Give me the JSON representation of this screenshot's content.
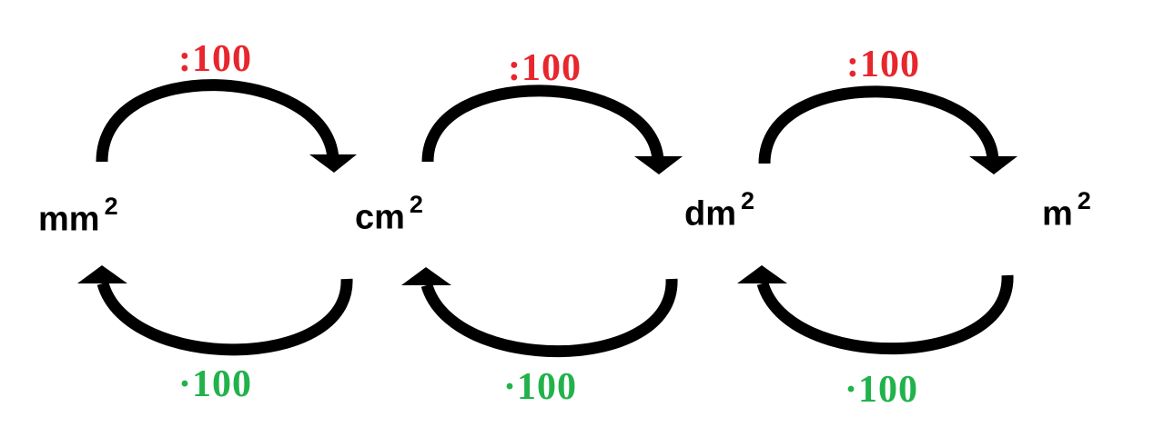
{
  "units": [
    {
      "base": "mm",
      "exp": "2"
    },
    {
      "base": "cm",
      "exp": "2"
    },
    {
      "base": "dm",
      "exp": "2"
    },
    {
      "base": "m",
      "exp": "2"
    }
  ],
  "divide_labels": [
    ":100",
    ":100",
    ":100"
  ],
  "multiply_labels": [
    "·100",
    "·100",
    "·100"
  ],
  "colors": {
    "divide": "#e8262d",
    "multiply": "#22b24c",
    "arrow": "#000000",
    "unit_text": "#000000"
  }
}
